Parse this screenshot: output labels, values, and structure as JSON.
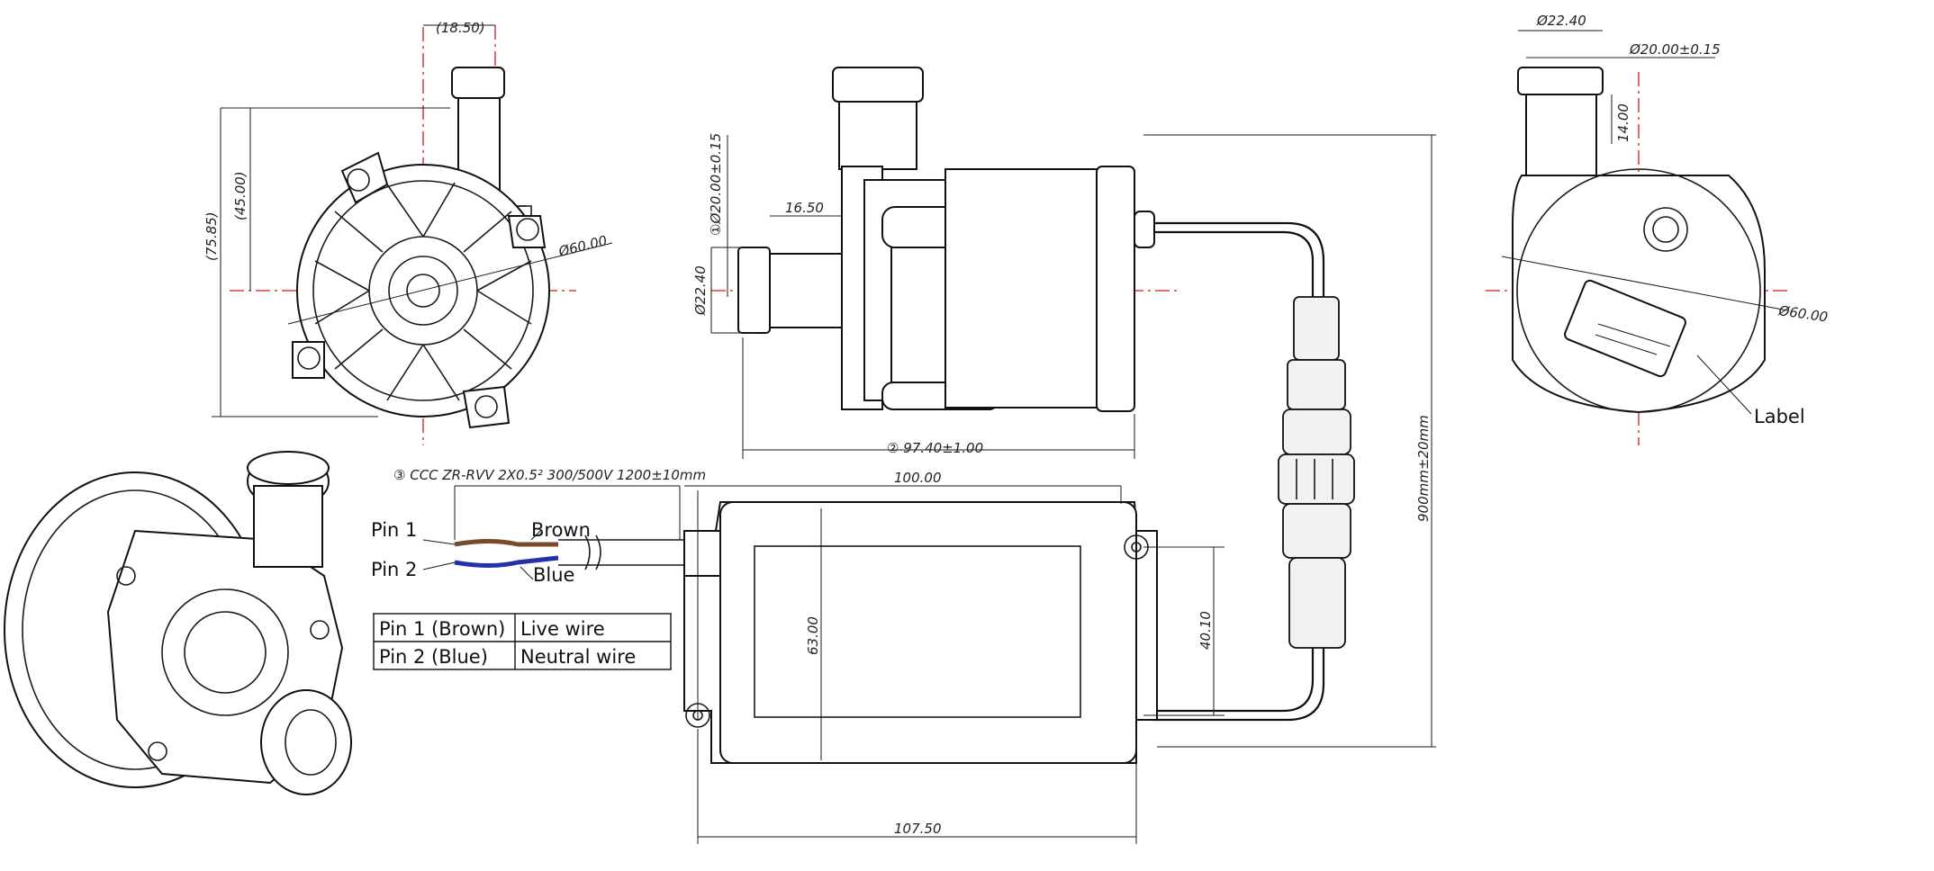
{
  "top_view": {
    "dim_width": "(18.50)",
    "dim_height_outer": "(75.85)",
    "dim_height_inner": "(45.00)",
    "dim_diameter": "Ø60.00"
  },
  "side_view": {
    "dim_outlet": "①Ø20.00±0.15",
    "dim_inlet_len": "16.50",
    "dim_inlet_dia": "Ø22.40",
    "dim_length": "② 97.40±1.00"
  },
  "cable": {
    "spec": "③ CCC ZR-RVV  2X0.5²  300/500V  1200±10mm",
    "length": "900mm±20mm"
  },
  "end_view": {
    "dim_top": "Ø22.40",
    "dim_tol": "Ø20.00±0.15",
    "dim_height": "14.00",
    "dim_diameter": "Ø60.00",
    "label_callout": "Label"
  },
  "wires": {
    "pin1": "Pin 1",
    "pin2": "Pin 2",
    "brown": "Brown",
    "blue": "Blue"
  },
  "pin_table": [
    {
      "pin": "Pin 1 (Brown)",
      "desc": "Live wire"
    },
    {
      "pin": "Pin 2 (Blue)",
      "desc": "Neutral wire"
    }
  ],
  "adapter": {
    "dim_width": "100.00",
    "dim_height": "63.00",
    "dim_mount": "40.10",
    "dim_total": "107.50"
  },
  "colors": {
    "centerline": "#d01818",
    "brown_wire": "#7a4a2a",
    "blue_wire": "#2233aa"
  }
}
